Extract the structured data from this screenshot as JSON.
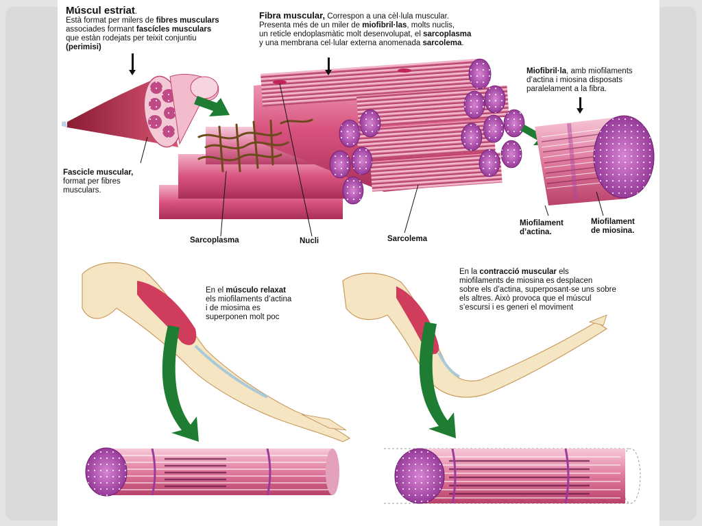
{
  "muscle": {
    "title": "Múscul estriat",
    "title_dot": ".",
    "l1_a": "Està format per milers de ",
    "l1_b": "fibres musculars",
    "l2_a": "associades formant ",
    "l2_b": "fascícles musculars",
    "l3": "que estàn rodejats per teixit conjuntiu",
    "l4": "(perimisi)"
  },
  "fibra": {
    "title": "Fibra muscular,",
    "t1": " Correspon a una cèl·lula muscular.",
    "l2_a": "Presenta més de un miler de ",
    "l2_b": "miofibril·las",
    "l2_c": ", molts nuclis,",
    "l3_a": "un reticle endoplasmàtic molt desenvolupat, el ",
    "l3_b": "sarcoplasma",
    "l4_a": "y una membrana cel·lular externa anomenada ",
    "l4_b": "sarcolema",
    "l4_c": "."
  },
  "miofibril": {
    "title": "Miofibril·la",
    "t1": ", amb miofilaments",
    "l2": "d’actina i miosina disposats",
    "l3": "paralelament a la fibra."
  },
  "fascicle": {
    "title": "Fascicle muscular,",
    "l2": "format per fibres",
    "l3": "musculars."
  },
  "labels": {
    "sarcoplasma": "Sarcoplasma",
    "nucli": "Nucli",
    "sarcolema": "Sarcolema",
    "actina_1": "Miofilament",
    "actina_2": "d’actina.",
    "miosina_1": "Miofilament",
    "miosina_2": "de miosina."
  },
  "relaxat": {
    "l1_a": "En el ",
    "l1_b": "músculo relaxat",
    "l2": "els miofilaments d’actina",
    "l3": "i de miosima es",
    "l4": "superponen molt poc"
  },
  "contraccio": {
    "l1_a": "En la ",
    "l1_b": "contracció muscular",
    "l1_c": " els",
    "l2": "miofilaments de miosina es desplacen",
    "l3": "sobre els d’actina, superposant-se uns sobre",
    "l4": "els altres. Això provoca que el múscul",
    "l5": "s’escursi i es generi el moviment"
  },
  "colors": {
    "fiber_pink": "#d4497a",
    "fiber_light": "#e985a8",
    "myofibril_purple": "#a83e9c",
    "arrow_green": "#1e7d33",
    "bone": "#f3dfb8",
    "muscle_red": "#c9324f"
  }
}
